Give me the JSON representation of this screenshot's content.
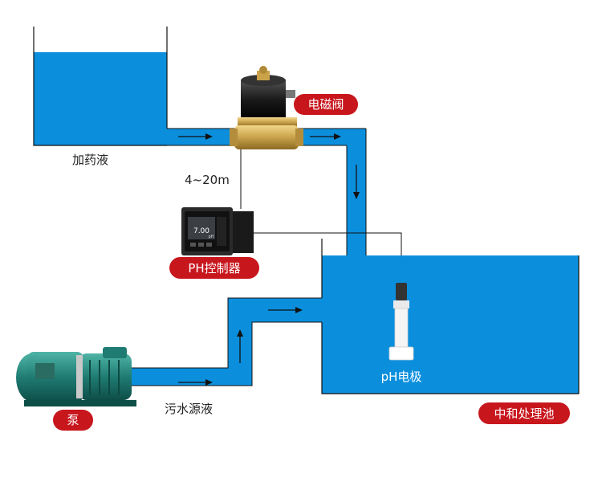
{
  "labels": {
    "solenoid_valve": "电磁阀",
    "dosing_liquid": "加药液",
    "signal": "4~20m",
    "ph_controller": "PH控制器",
    "controller_display": "7.00",
    "controller_unit": "pH",
    "ph_electrode": "pH电极",
    "pump": "泵",
    "sewage_source": "污水源液",
    "neutralization_tank": "中和处理池"
  },
  "colors": {
    "water": "#0b8fdd",
    "badge": "#c8161d",
    "line": "#111111",
    "brass": "#c9a24a"
  }
}
